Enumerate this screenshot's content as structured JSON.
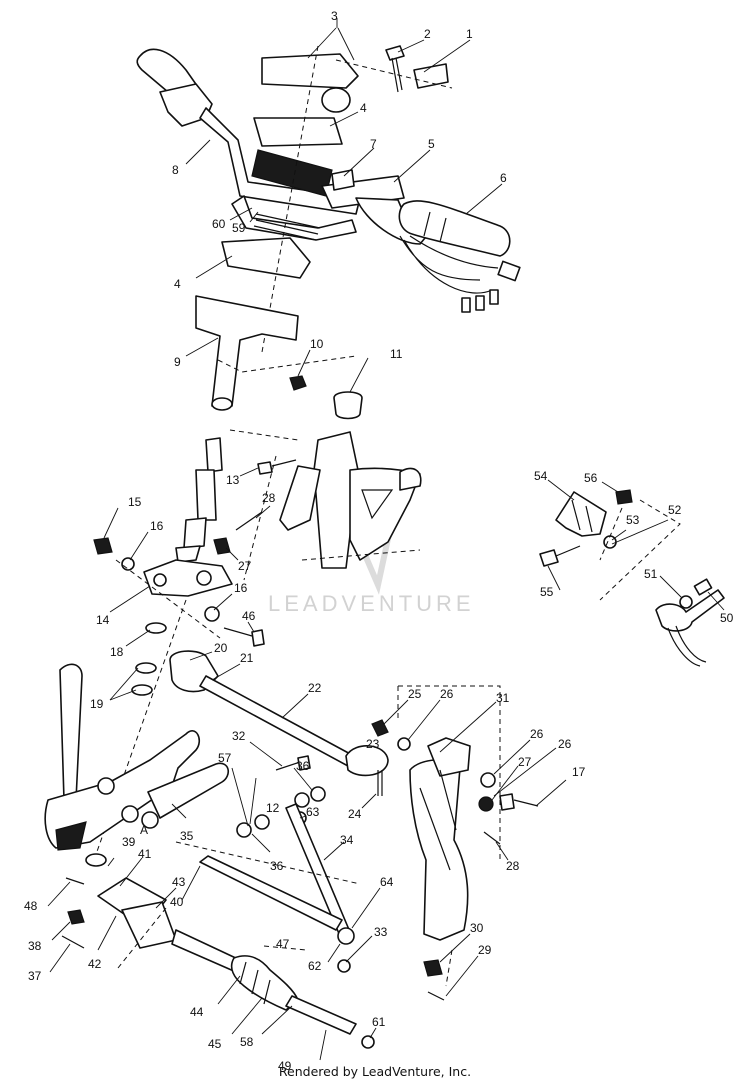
{
  "diagram": {
    "callouts": [
      "1",
      "2",
      "3",
      "4",
      "4",
      "5",
      "6",
      "7",
      "8",
      "9",
      "10",
      "11",
      "12",
      "13",
      "14",
      "15",
      "16",
      "16",
      "17",
      "18",
      "19",
      "20",
      "21",
      "22",
      "23",
      "24",
      "25",
      "26",
      "26",
      "26",
      "27",
      "27",
      "28",
      "28",
      "29",
      "30",
      "31",
      "32",
      "33",
      "34",
      "35",
      "36",
      "36",
      "37",
      "38",
      "39",
      "40",
      "41",
      "42",
      "43",
      "44",
      "45",
      "46",
      "47",
      "48",
      "49",
      "50",
      "51",
      "52",
      "53",
      "54",
      "55",
      "56",
      "57",
      "58",
      "59",
      "60",
      "61",
      "62",
      "63",
      "64",
      "A"
    ]
  },
  "watermark": "LEADVENTURE",
  "footer": "Rendered by LeadVenture, Inc."
}
